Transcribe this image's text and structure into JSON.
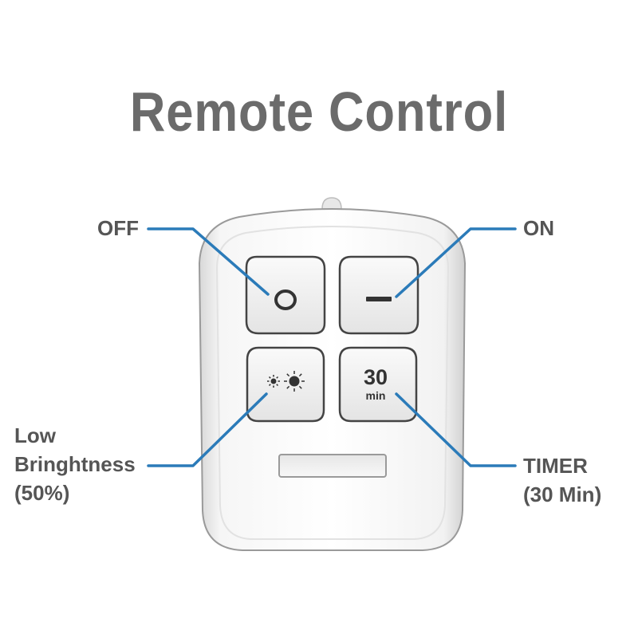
{
  "title": "Remote Control",
  "labels": {
    "off": "OFF",
    "on": "ON",
    "low_brightness": [
      "Low",
      "Bringhtness",
      "(50%)"
    ],
    "timer": [
      "TIMER",
      "(30 Min)"
    ]
  },
  "buttons": {
    "off_symbol": "O",
    "on_symbol": "—",
    "timer_value": "30",
    "timer_unit": "min",
    "brightness_icon": "sun-icon"
  },
  "colors": {
    "title": "#6b6b6b",
    "label": "#555555",
    "leader_line": "#2b7bb9",
    "remote_body": "#ffffff",
    "button_outline": "#444444"
  }
}
